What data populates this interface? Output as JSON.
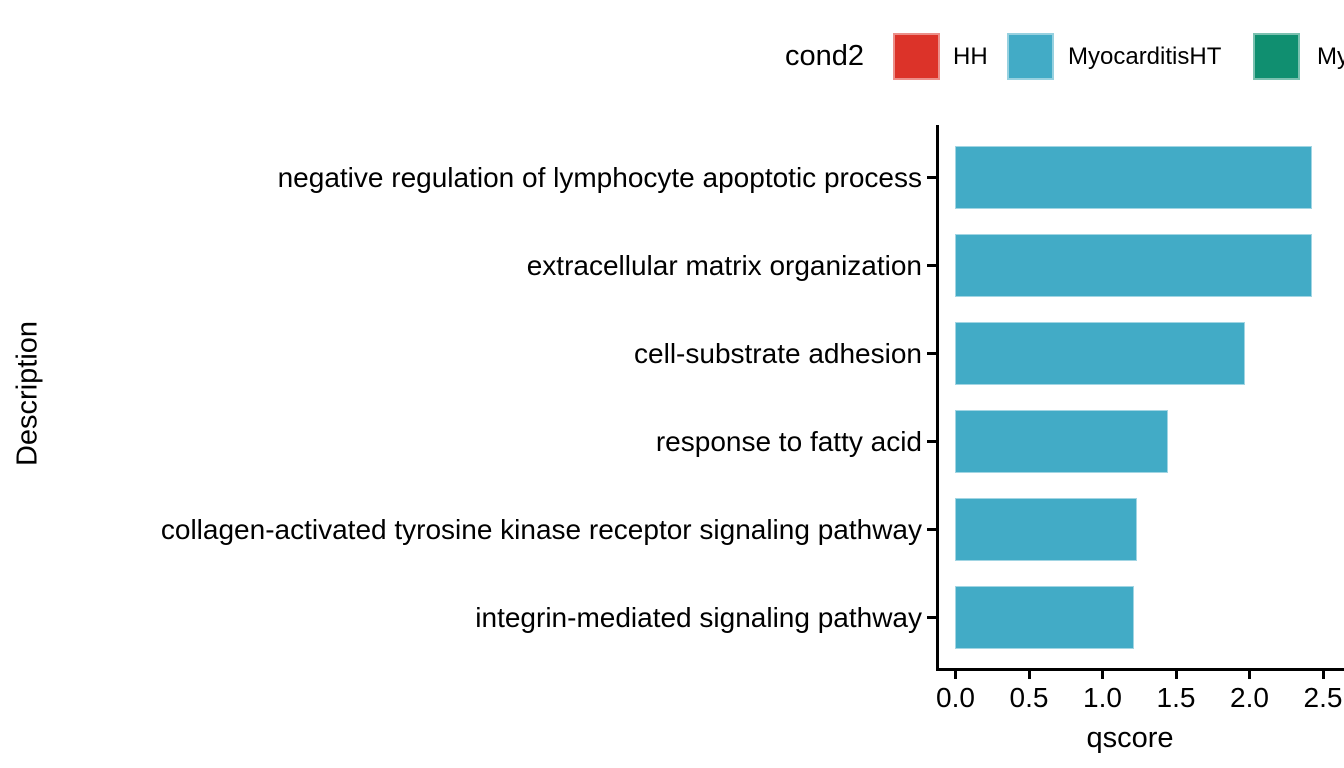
{
  "legend": {
    "title": "cond2",
    "entries": [
      {
        "label": "HH",
        "color": "#DC3329"
      },
      {
        "label": "MyocarditisHT",
        "color": "#42ABC6"
      },
      {
        "label": "My",
        "color": "#108F70"
      }
    ]
  },
  "chart_data": {
    "type": "bar",
    "orientation": "horizontal",
    "title": "",
    "categories": [
      "negative regulation of lymphocyte apoptotic process",
      "extracellular matrix organization",
      "cell-substrate adhesion",
      "response to fatty acid",
      "collagen-activated tyrosine kinase receptor signaling pathway",
      "integrin-mediated signaling pathway"
    ],
    "series": [
      {
        "name": "MyocarditisHT",
        "values": [
          2.43,
          2.43,
          1.97,
          1.45,
          1.24,
          1.22
        ],
        "color": "#42ABC6"
      }
    ],
    "xlabel": "qscore",
    "ylabel": "Description",
    "xlim": [
      0,
      2.5
    ],
    "xtick_labels": [
      "0.0",
      "0.5",
      "1.0",
      "1.5",
      "2.0",
      "2.5"
    ],
    "grid": false,
    "legend_position": "top",
    "legend_title": "cond2",
    "axis_color": "#000000",
    "text_color": "#000000",
    "background_color": "#ffffff"
  }
}
